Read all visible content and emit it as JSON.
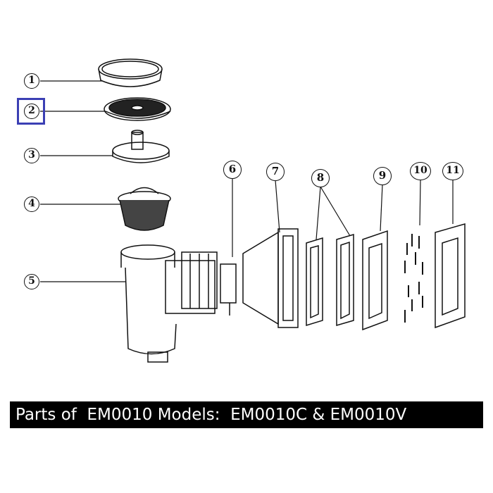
{
  "diagram": {
    "parts": [
      {
        "number": "1"
      },
      {
        "number": "2"
      },
      {
        "number": "3"
      },
      {
        "number": "4"
      },
      {
        "number": "5"
      },
      {
        "number": "6"
      },
      {
        "number": "7"
      },
      {
        "number": "8"
      },
      {
        "number": "9"
      },
      {
        "number": "10"
      },
      {
        "number": "11"
      }
    ],
    "highlighted_part": "2",
    "highlight_color": "#3b3fb4"
  },
  "caption": "Parts of  EM0010 Models:  EM0010C & EM0010V"
}
